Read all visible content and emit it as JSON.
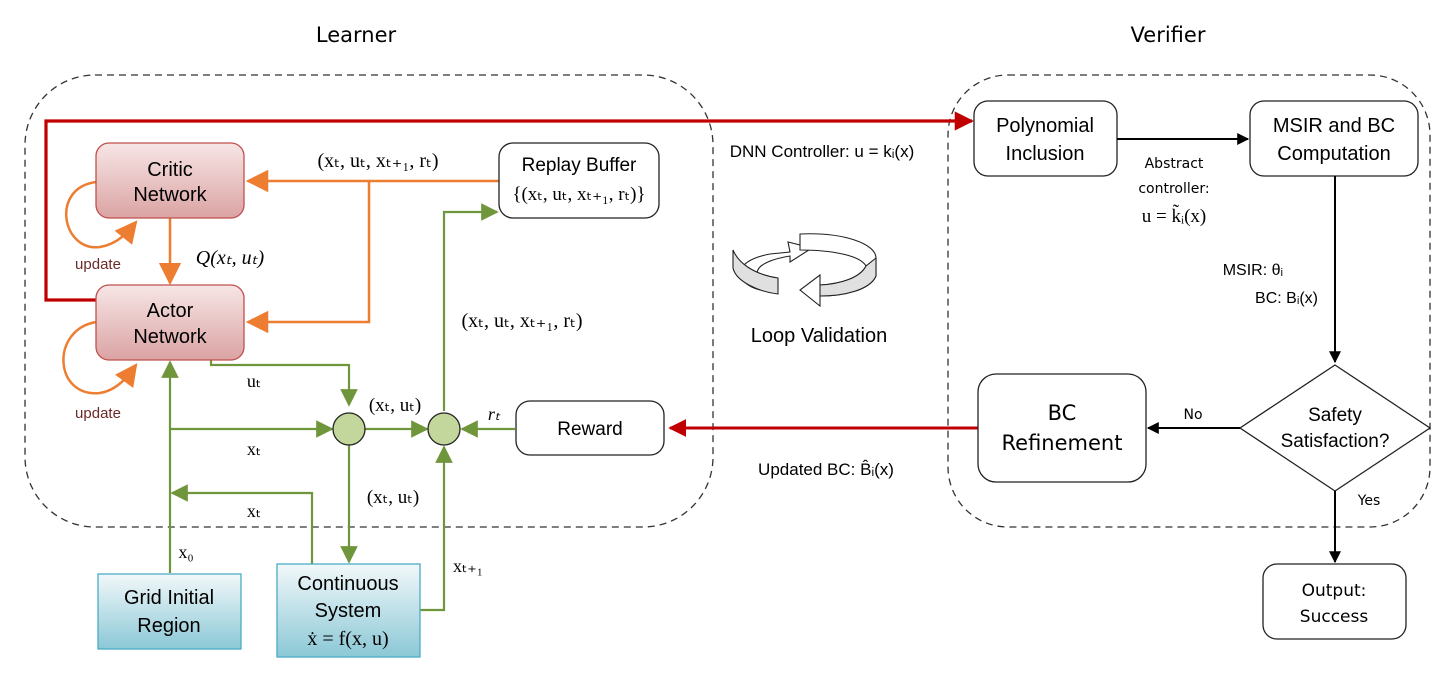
{
  "titles": {
    "learner": "Learner",
    "verifier": "Verifier"
  },
  "colors": {
    "red_feedback": "#c00000",
    "orange_flow": "#ed7d31",
    "green_flow": "#70963c",
    "network_fill_top": "#f6e3e3",
    "network_fill_bottom": "#dda5a5",
    "network_stroke": "#c0504d",
    "env_fill_top": "#eef6f8",
    "env_fill_bottom": "#8ecad8",
    "env_stroke": "#4bacc6",
    "junction_fill": "#c3d69b",
    "dashed_border": "#333333"
  },
  "learner": {
    "critic": {
      "line1": "Critic",
      "line2": "Network"
    },
    "actor": {
      "line1": "Actor",
      "line2": "Network"
    },
    "replay": {
      "title": "Replay Buffer",
      "content": "{(xₜ, uₜ, xₜ₊₁, rₜ)}"
    },
    "reward": {
      "label": "Reward"
    },
    "update_label_critic": "update",
    "update_label_actor": "update",
    "labels": {
      "transition_top": "(xₜ, uₜ, xₜ₊₁, rₜ)",
      "q_value": "Q(xₜ, uₜ)",
      "transition_mid": "(xₜ, uₜ, xₜ₊₁, rₜ)",
      "u_t": "uₜ",
      "x_t_upper": "xₜ",
      "x_t_lower": "xₜ",
      "xu_upper": "(xₜ, uₜ)",
      "xu_lower": "(xₜ, uₜ)",
      "r_t": "rₜ",
      "x_0": "x₀",
      "x_next": "xₜ₊₁"
    }
  },
  "environment": {
    "grid": {
      "line1": "Grid Initial",
      "line2": "Region"
    },
    "system": {
      "line1": "Continuous",
      "line2": "System",
      "equation": "ẋ = f(x, u)"
    }
  },
  "middle": {
    "dnn_label": "DNN Controller: u = kᵢ(x)",
    "loop_label": "Loop Validation",
    "updated_bc_label": "Updated BC: B̂ᵢ(x)"
  },
  "verifier": {
    "polynomial": {
      "line1": "Polynomial",
      "line2": "Inclusion"
    },
    "msir": {
      "line1": "MSIR and BC",
      "line2": "Computation"
    },
    "abstract": {
      "line1": "Abstract",
      "line2": "controller:",
      "line3": "u = k̃ᵢ(x)"
    },
    "msir_out": {
      "line1": "MSIR: θᵢ",
      "line2": "BC: Bᵢ(x)"
    },
    "decision": {
      "line1": "Safety",
      "line2": "Satisfaction?"
    },
    "refinement": {
      "line1": "BC",
      "line2": "Refinement"
    },
    "output": {
      "line1": "Output:",
      "line2": "Success"
    },
    "no_label": "No",
    "yes_label": "Yes"
  }
}
